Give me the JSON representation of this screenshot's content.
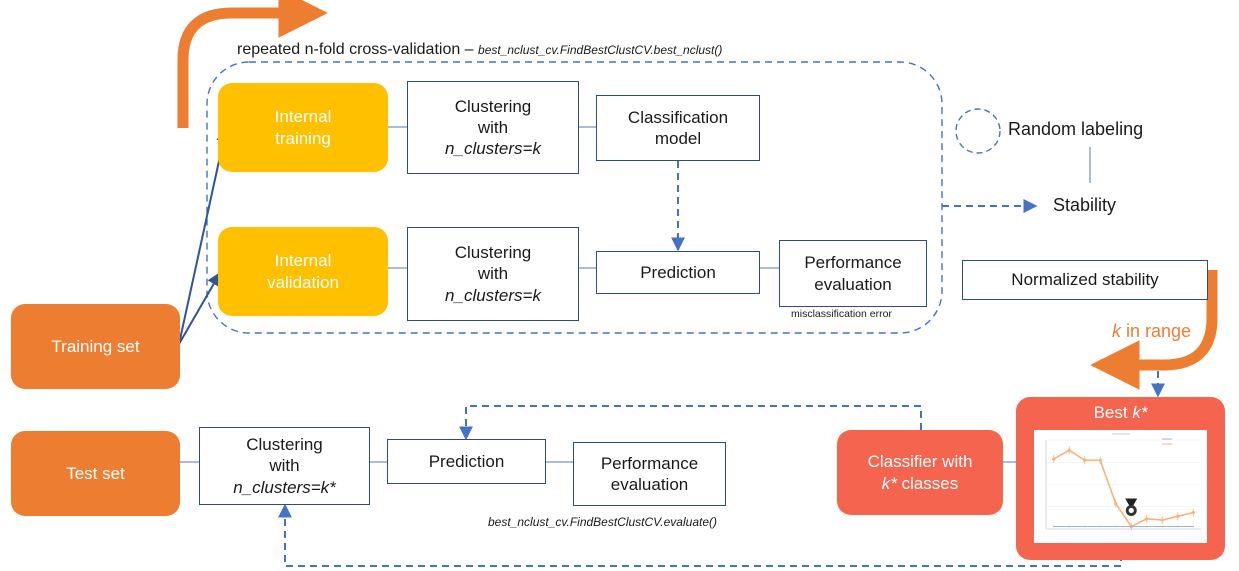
{
  "cv_loop": {
    "title": "repeated n-fold cross-validation –",
    "method": "best_nclust_cv.FindBestClustCV.best_nclust()"
  },
  "nodes": {
    "internal_training": [
      "Internal",
      "training"
    ],
    "internal_validation": [
      "Internal",
      "validation"
    ],
    "training_set": "Training set",
    "test_set": "Test set",
    "clustering_train": {
      "line1": "Clustering",
      "line2": "with",
      "line3": "n_clusters=k"
    },
    "clustering_val": {
      "line1": "Clustering",
      "line2": "with",
      "line3": "n_clusters=k"
    },
    "clustering_test": {
      "line1": "Clustering",
      "line2": "with",
      "line3": "n_clusters=k*"
    },
    "classification_model": [
      "Classification",
      "model"
    ],
    "prediction_val": "Prediction",
    "prediction_test": "Prediction",
    "performance_val": [
      "Performance",
      "evaluation"
    ],
    "performance_test": [
      "Performance",
      "evaluation"
    ],
    "misclassification_note": "misclassification error",
    "random_labeling": "Random labeling",
    "stability": "Stability",
    "normalized_stability": "Normalized stability",
    "k_in_range": {
      "k": "k",
      "rest": " in range"
    },
    "best_k": {
      "prefix": "Best ",
      "k": "k*"
    },
    "classifier": {
      "line1": "Classifier with",
      "k": "k*",
      "rest": " classes"
    },
    "evaluate_method": "best_nclust_cv.FindBestClustCV.evaluate()"
  },
  "colors": {
    "orange": "#ED7D31",
    "yellow": "#FFC000",
    "red": "#F4644F",
    "box_border": "#2F4A86",
    "line": "#8FA6C8",
    "arrow_blue": "#2F5597",
    "dashed_blue": "#4472C4"
  },
  "chart_data": {
    "type": "line",
    "series": [
      {
        "values": [
          0.55,
          0.62,
          0.54,
          0.54,
          0.2,
          0.02,
          0.08,
          0.07,
          0.1,
          0.13
        ]
      },
      {
        "values": [
          0.02,
          0.02,
          0.02,
          0.02,
          0.02,
          0.02,
          0.02,
          0.02,
          0.02,
          0.02
        ]
      }
    ],
    "best_index": 5,
    "icons": [
      "medal-icon"
    ]
  }
}
